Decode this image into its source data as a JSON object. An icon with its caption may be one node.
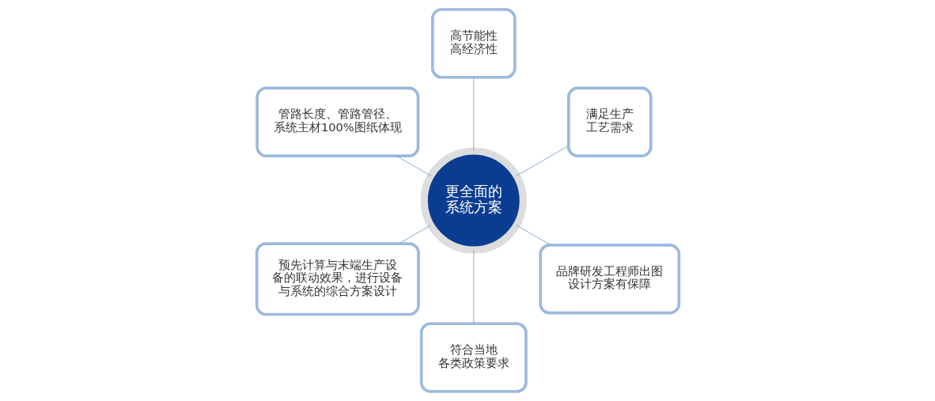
{
  "diagram": {
    "nodes": [
      {
        "text": [
          "满足生产工艺需求"
        ]
      },
      {
        "text": [
          "高节能性高经济性"
        ]
      },
      {
        "text": [
          "管路长度、管路管径、系统主材100%图纸体现"
        ]
      },
      {
        "text": [
          "更全面的系统方案"
        ]
      },
      {
        "text": [
          "预先计算与末端生产设备的联动效果，进行设备与系统的综合方案设计"
        ]
      },
      {
        "text": [
          "符合当地各类政策要求"
        ]
      },
      {
        "text": [
          "品牌研发工程师出图设计方案有保障"
        ]
      }
    ],
    "edges": [
      {
        "from": 3,
        "to": 0,
        "arrow": "none"
      },
      {
        "from": 3,
        "to": 1,
        "arrow": "none"
      },
      {
        "from": 3,
        "to": 4,
        "arrow": "none"
      },
      {
        "from": 3,
        "to": 6,
        "arrow": "none"
      },
      {
        "from": 3,
        "to": 5,
        "arrow": "none"
      },
      {
        "from": 3,
        "to": 2,
        "arrow": "none"
      }
    ]
  }
}
